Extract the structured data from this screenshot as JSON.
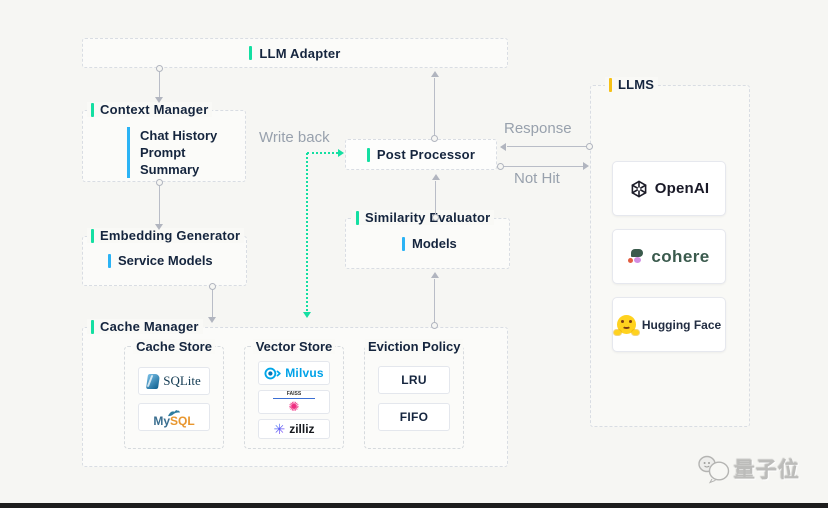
{
  "diagram": {
    "llm_adapter": {
      "label": "LLM Adapter"
    },
    "context_manager": {
      "label": "Context Manager",
      "items": [
        "Chat History",
        "Prompt",
        "Summary"
      ]
    },
    "post_processor": {
      "label": "Post Processor"
    },
    "embedding_generator": {
      "label": "Embedding Generator",
      "sub": "Service Models"
    },
    "similarity_evaluator": {
      "label": "Similarity Evaluator",
      "sub": "Models"
    },
    "cache_manager": {
      "label": "Cache Manager",
      "cache_store": {
        "label": "Cache Store",
        "sqlite": "SQLite",
        "mysql_part1": "My",
        "mysql_part2": "SQL"
      },
      "vector_store": {
        "label": "Vector Store",
        "milvus": "Milvus",
        "faiss": "FAISS",
        "zilliz": "zilliz"
      },
      "eviction_policy": {
        "label": "Eviction Policy",
        "items": [
          "LRU",
          "FIFO"
        ]
      }
    },
    "llms": {
      "label": "LLMS",
      "openai": "OpenAI",
      "cohere": "cohere",
      "huggingface": "Hugging Face"
    },
    "edges": {
      "write_back": "Write back",
      "response": "Response",
      "not_hit": "Not Hit"
    }
  },
  "watermark": {
    "text": "量子位"
  },
  "colors": {
    "accent_green": "#14dfa2",
    "accent_blue": "#2bb3f5",
    "accent_yellow": "#f6c117",
    "arrow_gray": "#b1b5bf",
    "label_gray": "#98a1ad",
    "text_dark": "#15253e",
    "background": "#f6f6f3"
  }
}
